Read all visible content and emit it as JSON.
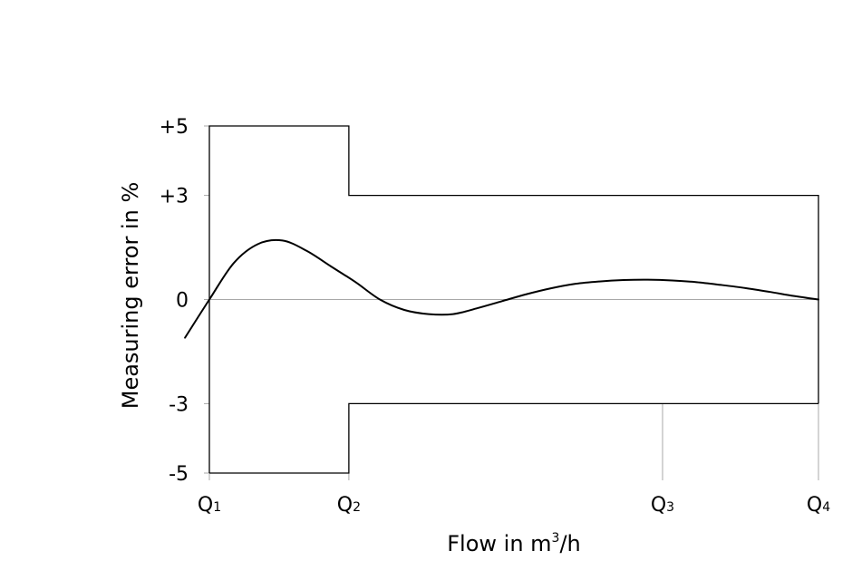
{
  "chart_data": {
    "type": "line",
    "xlabel": "Flow in m³/h",
    "xlabel_parts": {
      "main": "Flow in m",
      "sup": "3",
      "suffix": "/h"
    },
    "ylabel": "Measuring error in %",
    "ylim": [
      -5,
      5
    ],
    "xlim": [
      0,
      1
    ],
    "y_ticks": [
      {
        "value": 5,
        "label": "+5"
      },
      {
        "value": 3,
        "label": "+3"
      },
      {
        "value": 0,
        "label": "0"
      },
      {
        "value": -3,
        "label": "-3"
      },
      {
        "value": -5,
        "label": "-5"
      }
    ],
    "x_ticks": [
      {
        "id": "q1",
        "base": "Q",
        "sub": "1",
        "value": 0
      },
      {
        "id": "q2",
        "base": "Q",
        "sub": "2",
        "value": 0.229
      },
      {
        "id": "q3",
        "base": "Q",
        "sub": "3",
        "value": 0.744
      },
      {
        "id": "q4",
        "base": "Q",
        "sub": "4",
        "value": 1
      }
    ],
    "grid": false,
    "tolerance_envelope": [
      {
        "x_start": 0,
        "x_end": 0.229,
        "upper": 5,
        "lower": -5
      },
      {
        "x_start": 0.229,
        "x_end": 1,
        "upper": 3,
        "lower": -3
      }
    ],
    "series": [
      {
        "x": [
          -0.04,
          0.0,
          0.04,
          0.08,
          0.12,
          0.16,
          0.2,
          0.24,
          0.28,
          0.32,
          0.36,
          0.4,
          0.44,
          0.48,
          0.52,
          0.56,
          0.6,
          0.64,
          0.68,
          0.72,
          0.76,
          0.8,
          0.84,
          0.88,
          0.92,
          0.96,
          1.0
        ],
        "y": [
          -1.1,
          0.0,
          1.05,
          1.6,
          1.7,
          1.4,
          0.95,
          0.5,
          0.0,
          -0.3,
          -0.42,
          -0.42,
          -0.25,
          -0.05,
          0.15,
          0.32,
          0.45,
          0.52,
          0.56,
          0.57,
          0.55,
          0.5,
          0.42,
          0.33,
          0.22,
          0.1,
          0.0
        ]
      }
    ],
    "colors": {
      "curve": "#000000",
      "envelope": "#000000",
      "reference": "#a8a8a8"
    }
  }
}
